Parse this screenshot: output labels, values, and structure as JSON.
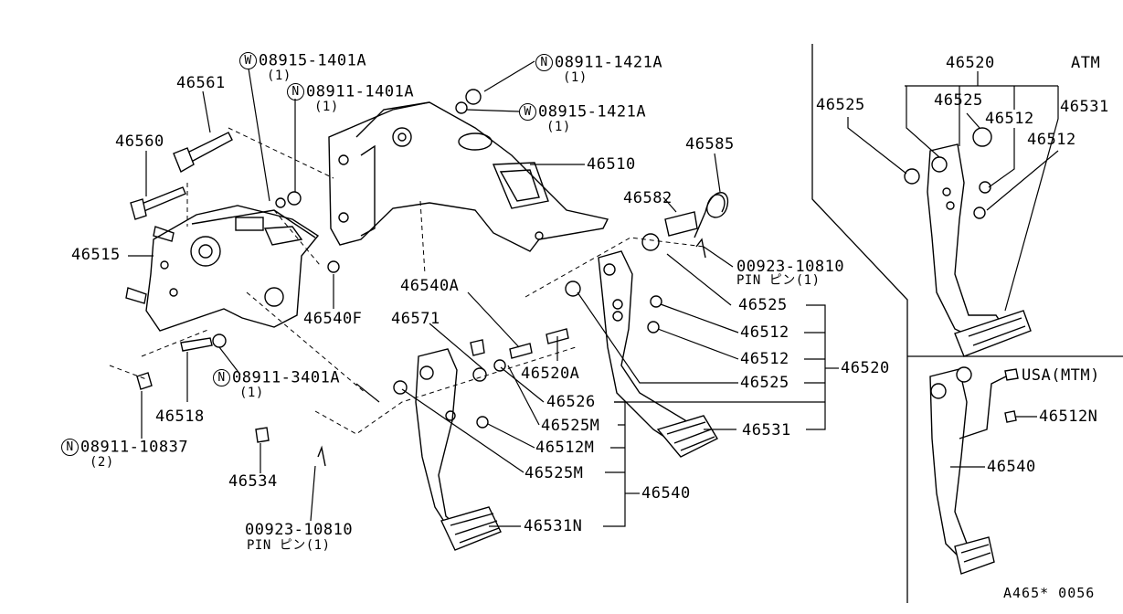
{
  "labels": {
    "p46561": "46561",
    "p46560": "46560",
    "p46515": "46515",
    "p46540F": "46540F",
    "p46518": "46518",
    "p46534": "46534",
    "p46510": "46510",
    "p46585": "46585",
    "p46582": "46582",
    "p46540A": "46540A",
    "p46571": "46571",
    "p46520A": "46520A",
    "p46526": "46526",
    "p46525M": "46525M",
    "p46512M": "46512M",
    "p46525M_2": "46525M",
    "p46540": "46540",
    "p46531N": "46531N",
    "p46525_a": "46525",
    "p46512_a": "46512",
    "p46512_b": "46512",
    "p46525_b": "46525",
    "p46531": "46531",
    "p46520": "46520"
  },
  "fasteners": {
    "w_08915_1401A": {
      "symbol": "W",
      "part": "08915-1401A",
      "qty": "(1)"
    },
    "n_08911_1401A": {
      "symbol": "N",
      "part": "08911-1401A",
      "qty": "(1)"
    },
    "n_08911_1421A": {
      "symbol": "N",
      "part": "08911-1421A",
      "qty": "(1)"
    },
    "w_08915_1421A": {
      "symbol": "W",
      "part": "08915-1421A",
      "qty": "(1)"
    },
    "n_08911_3401A": {
      "symbol": "N",
      "part": "08911-3401A",
      "qty": "(1)"
    },
    "n_08911_10837": {
      "symbol": "N",
      "part": "08911-10837",
      "qty": "(2)"
    }
  },
  "pins": {
    "pin_right": {
      "part": "00923-10810",
      "desc": "PIN ピン(1)"
    },
    "pin_left": {
      "part": "00923-10810",
      "desc": "PIN ピン(1)"
    }
  },
  "atm_inset": {
    "title": "ATM",
    "top": "46520",
    "left": "46525",
    "mid": "46525",
    "right1": "46512",
    "right2": "46531",
    "right3": "46512"
  },
  "mtm_inset": {
    "title": "USA(MTM)",
    "part1": "46512N",
    "part2": "46540"
  },
  "drawing_code": "A465* 0056"
}
